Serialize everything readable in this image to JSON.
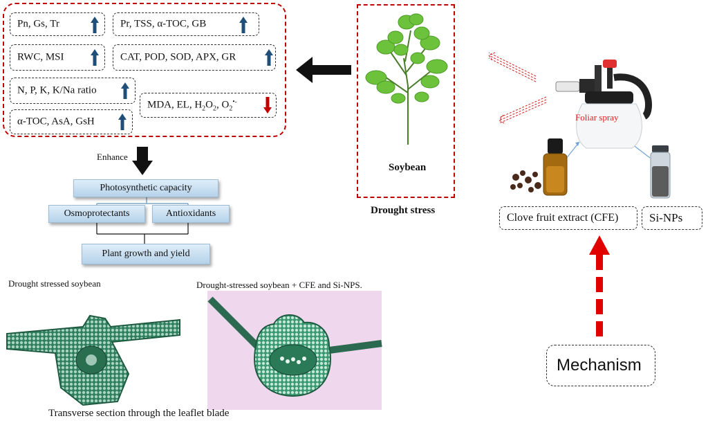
{
  "effects": {
    "row1": [
      "Pn, Gs, Tr",
      "Pr, TSS, α-TOC,  GB"
    ],
    "row2": [
      "RWC, MSI",
      "CAT, POD, SOD, APX, GR"
    ],
    "row3": [
      "N, P, K, K/Na ratio"
    ],
    "mda": {
      "a": "MDA, EL, H",
      "sub2": "2",
      "b": "O",
      "sub2b": "2",
      "c": ", O",
      "sub2c": "2",
      "sup": "•-"
    },
    "row4": [
      "α-TOC, AsA, GsH"
    ],
    "increase_color": "#1f4e79",
    "decrease_color": "#c00000"
  },
  "enhance_label": "Enhance",
  "flow": {
    "photosynthetic": "Photosynthetic capacity",
    "osmoprotectants": "Osmoprotectants",
    "antioxidants": "Antioxidants",
    "growth": "Plant growth and yield"
  },
  "plant": {
    "name": "Soybean",
    "stress_label": "Drought stress"
  },
  "treatment": {
    "spray_label": "Foliar spray",
    "cfe": "Clove fruit extract (CFE)",
    "sinps": "Si-NPs",
    "mechanism": "Mechanism"
  },
  "sections": {
    "left_caption": "Drought stressed soybean",
    "right_caption": "Drought-stressed soybean + CFE and Si-NPS.",
    "bottom_caption": "Transverse section through the leaflet blade"
  },
  "colors": {
    "red_dash": "#c00000",
    "flow_fill": "#c9def0",
    "tissue": "#2f7f5e",
    "pink_bg": "#efd8ee"
  }
}
